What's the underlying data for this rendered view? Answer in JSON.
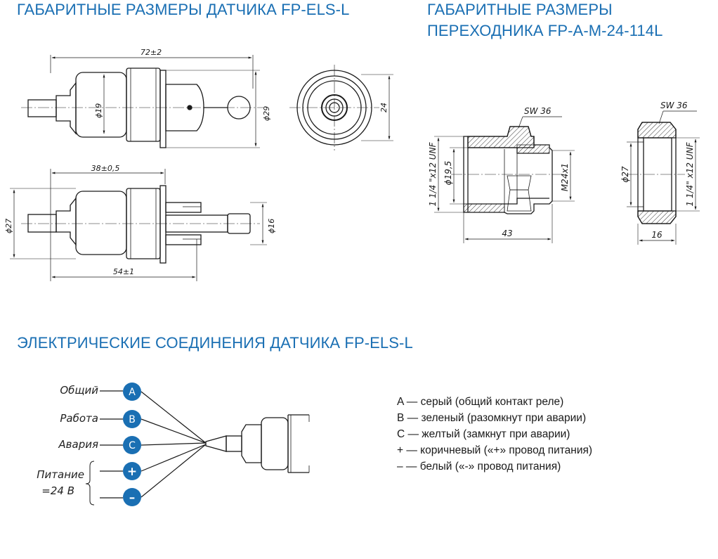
{
  "headings": {
    "sensor_dimensions": "ГАБАРИТНЫЕ РАЗМЕРЫ ДАТЧИКА FP-ELS-L",
    "adapter_dimensions_line1": "ГАБАРИТНЫЕ РАЗМЕРЫ",
    "adapter_dimensions_line2": "ПЕРЕХОДНИКА FP-A-M-24-114L",
    "electrical_connections": "ЭЛЕКТРИЧЕСКИЕ СОЕДИНЕНИЯ ДАТЧИКА FP-ELS-L"
  },
  "sensor_dims": {
    "overall_length": "72±2",
    "body_diameter": "ϕ19",
    "flange_diameter": "ϕ29",
    "front_size": "24",
    "mount_length": "38±0,5",
    "side_diameter": "ϕ27",
    "tip_diameter": "ϕ16",
    "total_length": "54±1"
  },
  "adapter_dims": {
    "wrench_size": "SW 36",
    "thread_inch": "1 1/4 \"x12 UNF",
    "bore_diameter": "ϕ19,5",
    "thread_metric": "M24x1",
    "length": "43",
    "end_diameter": "ϕ27",
    "end_thread_inch": "1 1/4\" x12 UNF",
    "end_thickness": "16"
  },
  "wiring": {
    "wire_labels": {
      "common": "Общий",
      "work": "Работа",
      "alarm": "Авария",
      "power_line1": "Питание",
      "power_line2": "=24  В"
    },
    "badges": [
      "A",
      "B",
      "C",
      "+",
      "–"
    ],
    "badge_color": "#1a6fb3"
  },
  "legend": [
    "A — серый (общий контакт реле)",
    "B — зеленый (разомкнут при аварии)",
    "C — желтый (замкнут при аварии)",
    "+ — коричневый («+» провод питания)",
    "– — белый («-» провод питания)"
  ]
}
